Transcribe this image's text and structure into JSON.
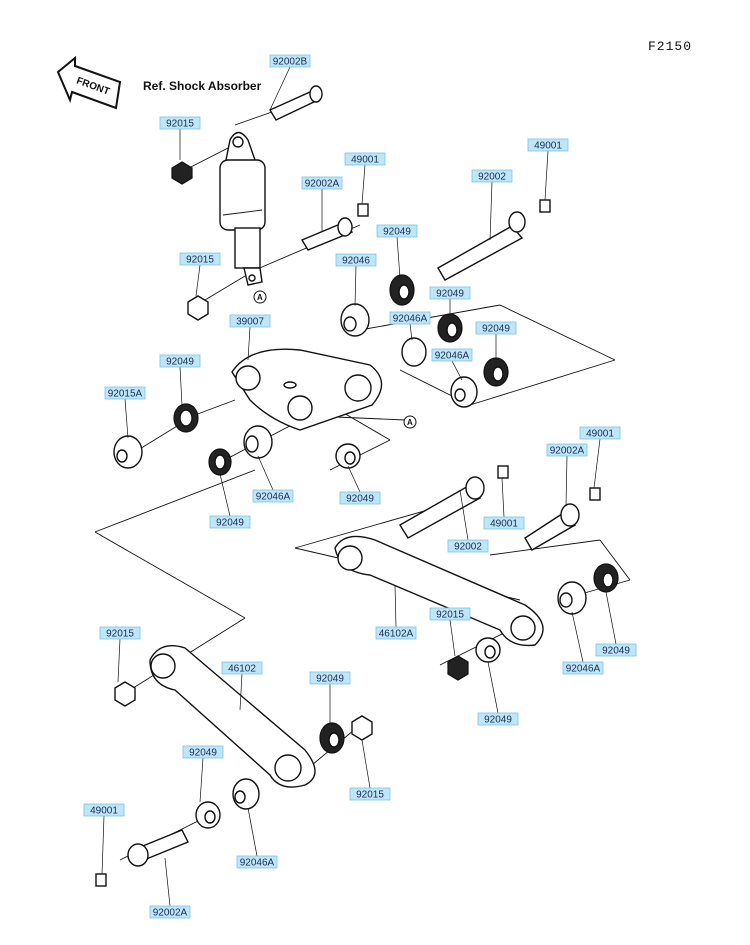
{
  "header": {
    "code": "F2150"
  },
  "front_arrow": {
    "label": "FRONT"
  },
  "reference": {
    "text": "Ref. Shock Absorber"
  },
  "marker": {
    "label": "A"
  },
  "part_labels": [
    "92002B",
    "92015",
    "92015",
    "49001",
    "92002A",
    "92049",
    "92046",
    "49001",
    "92002",
    "39007",
    "92046A",
    "92049",
    "92046A",
    "92049",
    "92049",
    "92015A",
    "92046A",
    "92049",
    "92049",
    "49001",
    "92002A",
    "49001",
    "92002",
    "46102A",
    "92015",
    "92046A",
    "92049",
    "92049",
    "92015",
    "46102",
    "92049",
    "92049",
    "92015",
    "49001",
    "92046A",
    "92002A"
  ]
}
